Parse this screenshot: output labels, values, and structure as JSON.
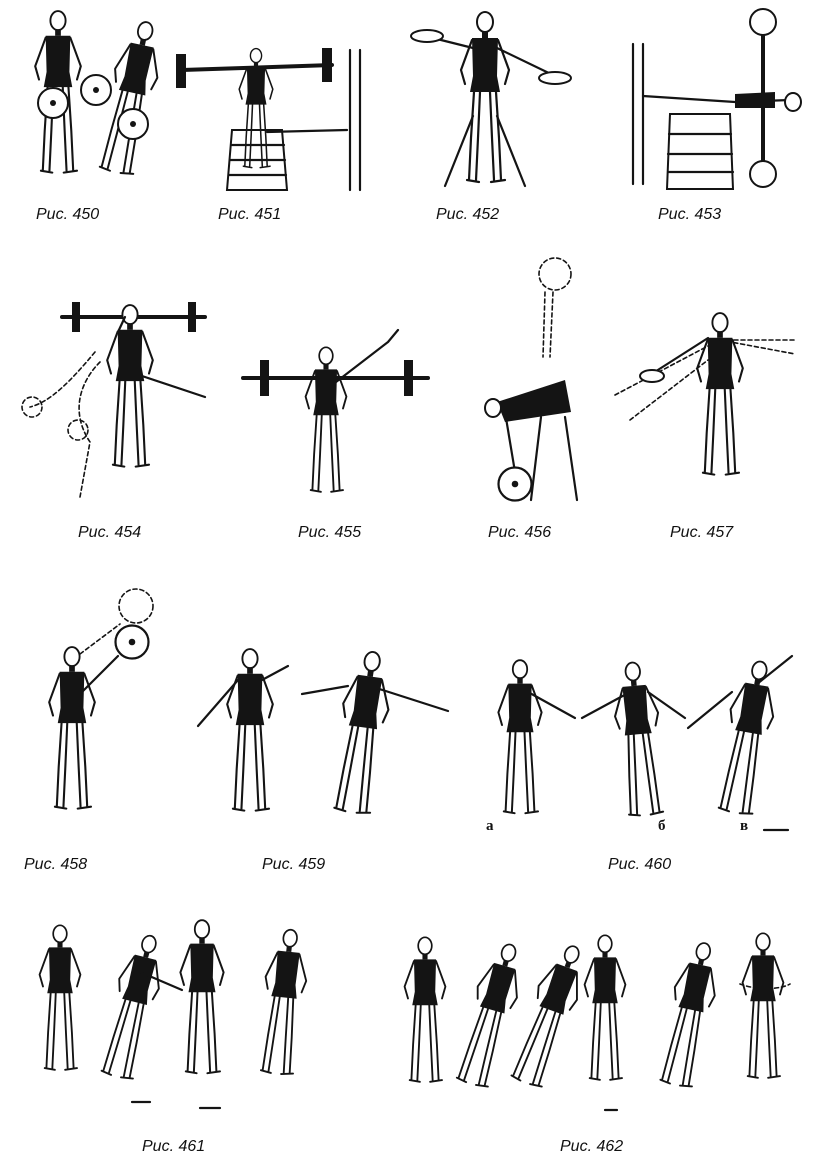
{
  "figures": [
    {
      "id": "450",
      "caption": "Рис. 450"
    },
    {
      "id": "451",
      "caption": "Рис. 451"
    },
    {
      "id": "452",
      "caption": "Рис. 452"
    },
    {
      "id": "453",
      "caption": "Рис. 453"
    },
    {
      "id": "454",
      "caption": "Рис. 454"
    },
    {
      "id": "455",
      "caption": "Рис. 455"
    },
    {
      "id": "456",
      "caption": "Рис. 456"
    },
    {
      "id": "457",
      "caption": "Рис. 457"
    },
    {
      "id": "458",
      "caption": "Рис. 458"
    },
    {
      "id": "459",
      "caption": "Рис. 459"
    },
    {
      "id": "460",
      "caption": "Рис. 460",
      "sublabels": [
        "а",
        "б",
        "в"
      ]
    },
    {
      "id": "461",
      "caption": "Рис. 461"
    },
    {
      "id": "462",
      "caption": "Рис. 462"
    }
  ]
}
